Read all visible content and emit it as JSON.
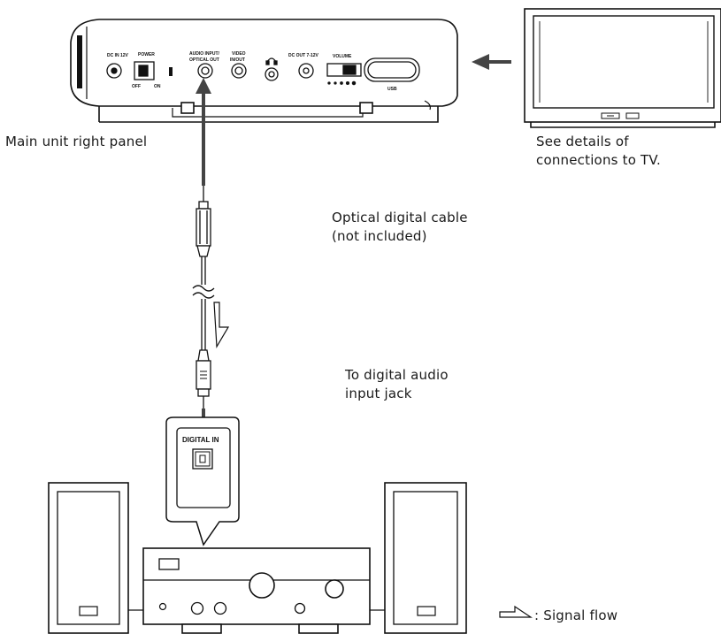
{
  "labels": {
    "main_unit": "Main unit right panel",
    "tv_line1": "See details of",
    "tv_line2": "connections to TV.",
    "cable_line1": "Optical digital cable",
    "cable_line2": "(not included)",
    "target_line1": "To digital audio",
    "target_line2": "input jack",
    "legend": ": Signal  flow"
  },
  "panel": {
    "dc_in": "DC IN 12V",
    "power": "POWER",
    "off": "OFF",
    "on": "ON",
    "audio_line1": "AUDIO INPUT/",
    "audio_line2": "OPTICAL OUT",
    "video_line1": "VIDEO",
    "video_line2": "IN/OUT",
    "dc_out": "DC OUT 7-12V",
    "volume": "VOLUME",
    "usb": "USB"
  },
  "jack": {
    "digital_in": "DIGITAL IN"
  }
}
